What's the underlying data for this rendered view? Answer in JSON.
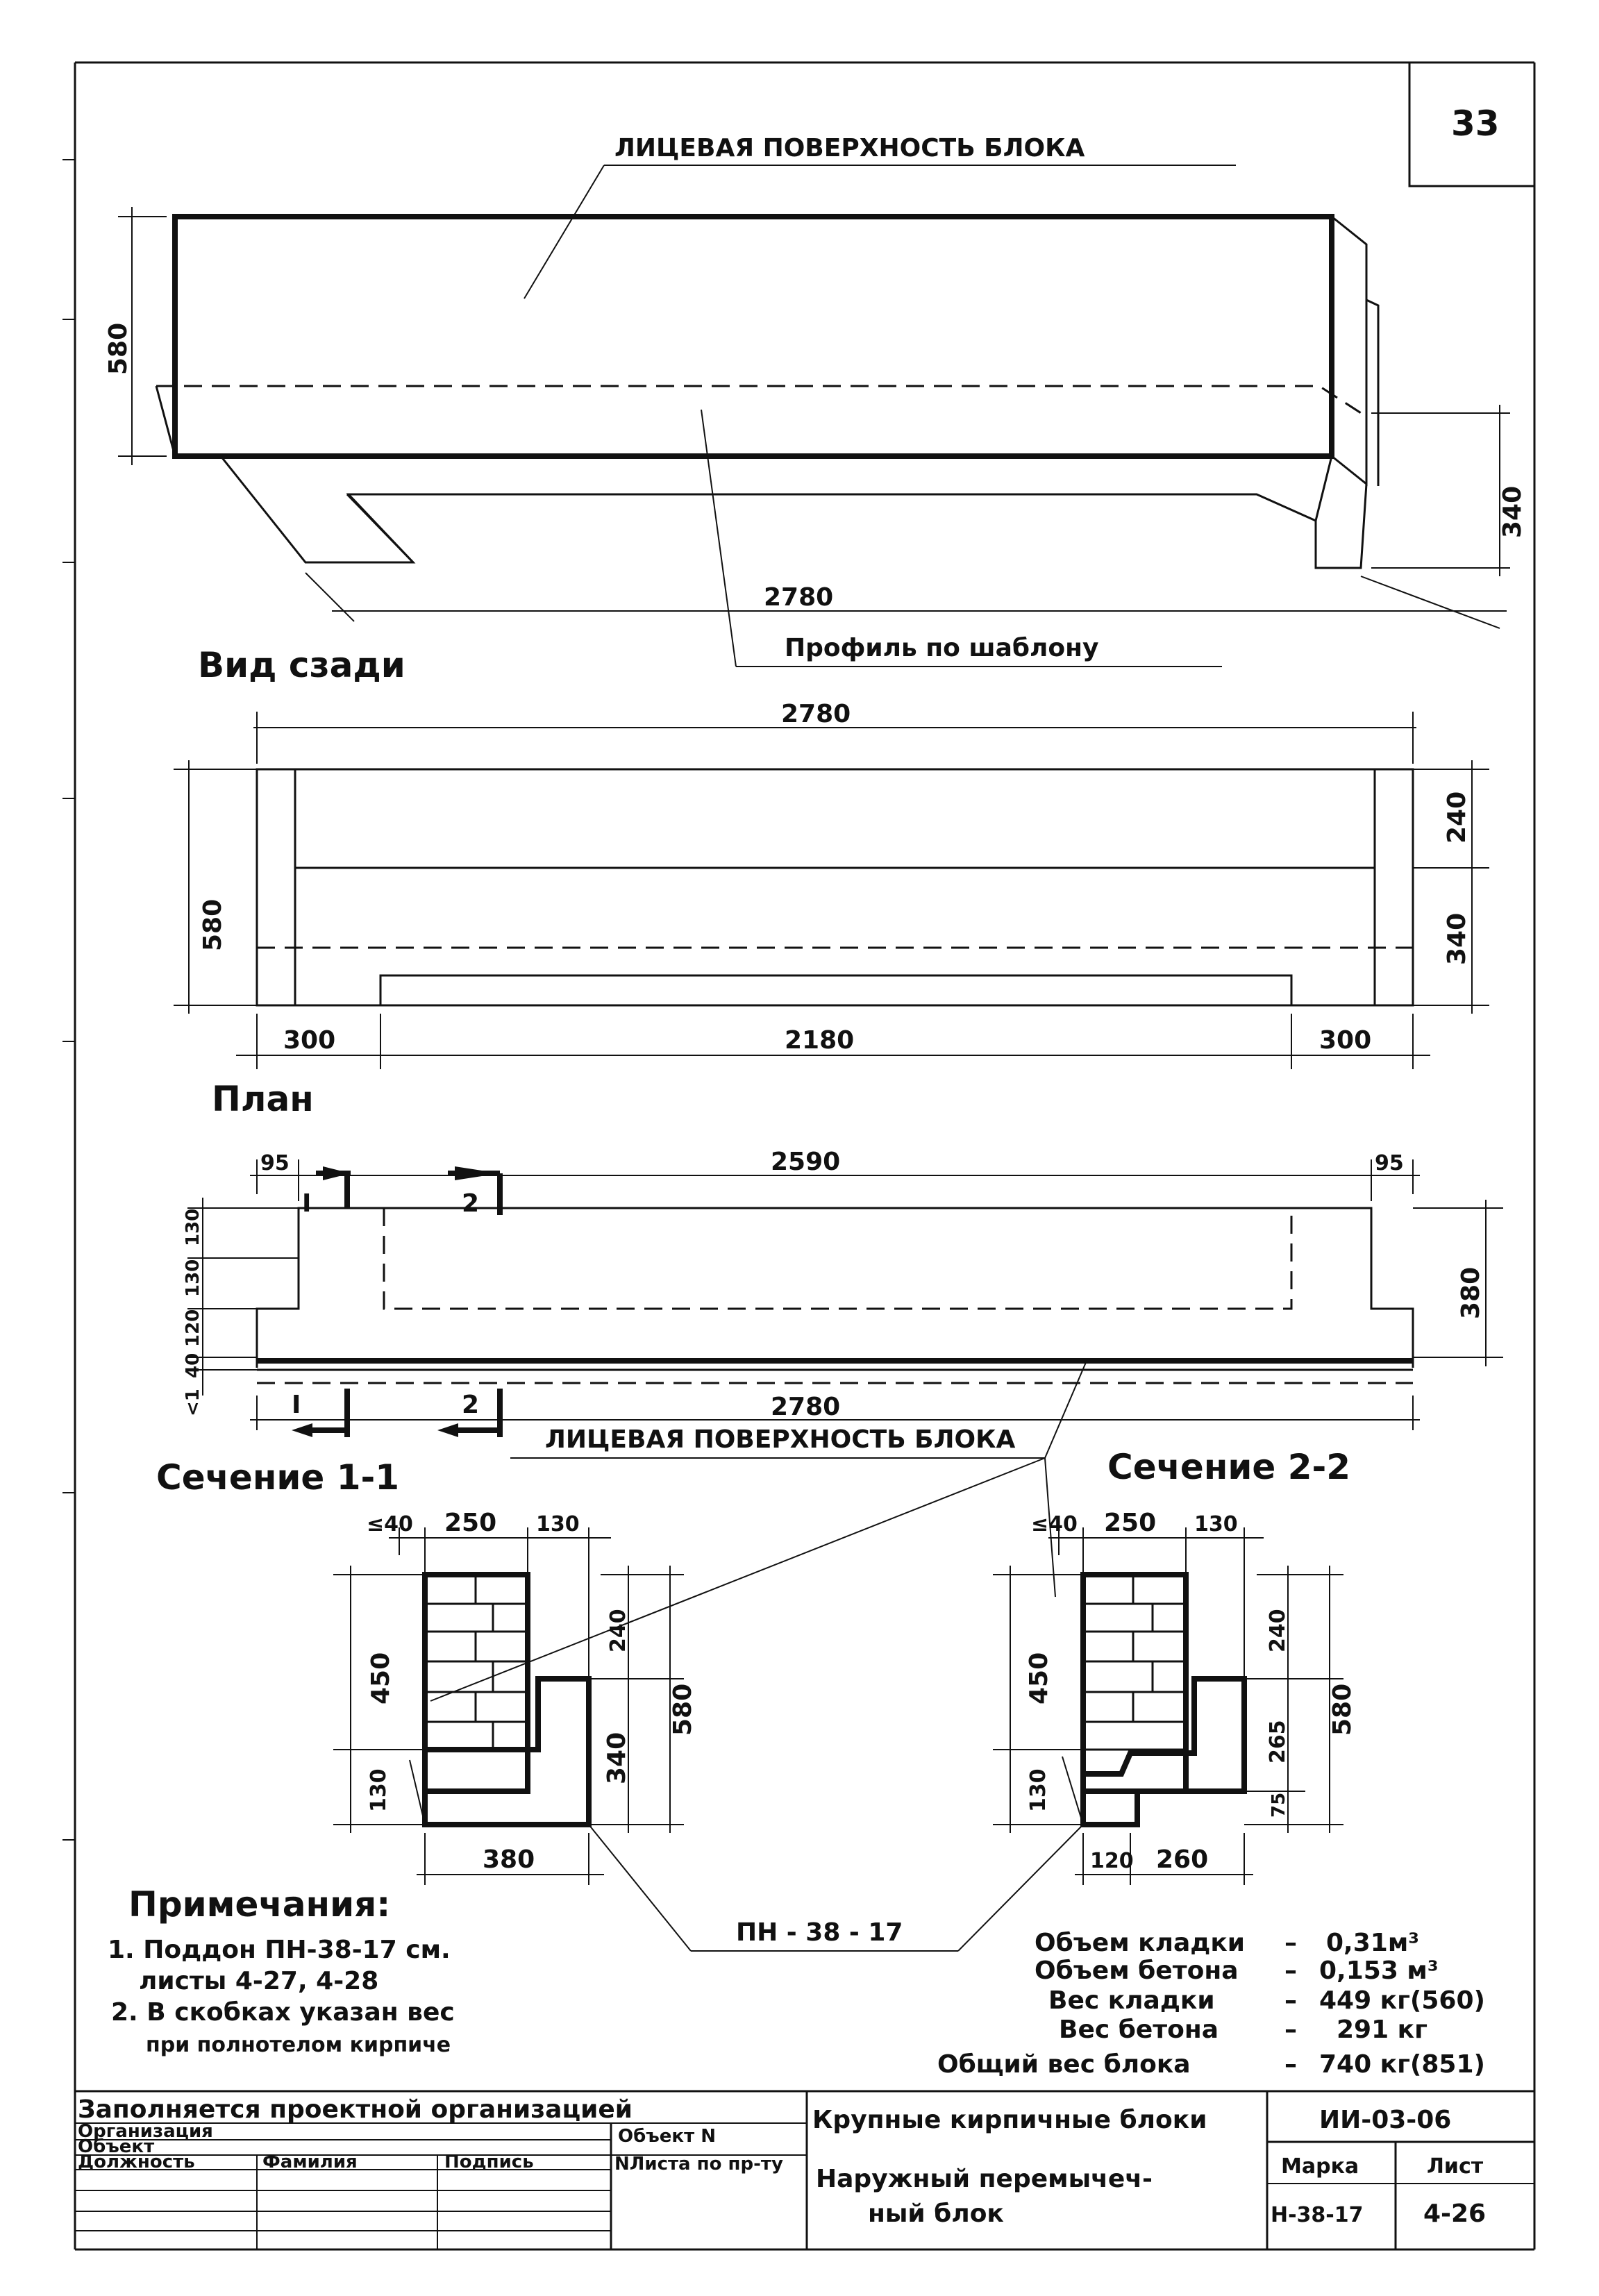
{
  "sheet": {
    "number": "33"
  },
  "perspective": {
    "title_face": "ЛИЦЕВАЯ ПОВЕРХНОСТЬ  БЛОКА",
    "dim_height": "580",
    "dim_right": "340",
    "dim_length": "2780",
    "title_profile": "Профиль по шаблону"
  },
  "rear_view": {
    "title": "Вид сзади",
    "dim_top": "2780",
    "dim_height": "580",
    "dim_upper": "240",
    "dim_lower": "340",
    "dim_left": "300",
    "dim_mid": "2180",
    "dim_right": "300"
  },
  "plan": {
    "title": "План",
    "dim_95_left": "95",
    "dim_95_right": "95",
    "dim_top": "2590",
    "dim_bottom": "2780",
    "dim_depth": "380",
    "left_dims": [
      "130",
      "130",
      "120",
      "40",
      "<1"
    ],
    "cut_1": "I",
    "cut_2": "2",
    "face_label": "ЛИЦЕВАЯ ПОВЕРХНОСТЬ БЛОКА"
  },
  "section_1": {
    "title": "Сечение 1-1",
    "dim_le40": "≤40",
    "dim_250": "250",
    "dim_130_top": "130",
    "dim_450": "450",
    "dim_130_left": "130",
    "dim_240": "240",
    "dim_340": "340",
    "dim_580": "580",
    "dim_380": "380"
  },
  "section_2": {
    "title": "Сечение 2-2",
    "dim_le40": "≤40",
    "dim_250": "250",
    "dim_130_top": "130",
    "dim_450": "450",
    "dim_130_left": "130",
    "dim_240": "240",
    "dim_265": "265",
    "dim_75": "75",
    "dim_580": "580",
    "dim_120": "120",
    "dim_260": "260"
  },
  "pallet_label": "ПН - 38 - 17",
  "notes": {
    "title": "Примечания:",
    "item_1a": "1. Поддон ПН-38-17 см.",
    "item_1b": "листы 4-27, 4-28",
    "item_2a": "2. В скобках указан вес",
    "item_2b": "при полнотелом кирпиче"
  },
  "specs": [
    {
      "label": "Объем кладки",
      "value": "0,31м³"
    },
    {
      "label": "Объем бетона",
      "value": "0,153 м³"
    },
    {
      "label": "Вес кладки",
      "value": "449 кг(560)"
    },
    {
      "label": "Вес бетона",
      "value": "291 кг"
    },
    {
      "label": "Общий вес блока",
      "value": "740 кг(851)"
    }
  ],
  "title_block": {
    "fill_by": "Заполняется проектной организацией",
    "org": "Организация",
    "object": "Объект",
    "object_no": "Объект N",
    "position": "Должность",
    "surname": "Фамилия",
    "signature": "Подпись",
    "sheet_no": "NЛиста по пр-ту",
    "series": "Крупные кирпичные блоки",
    "code": "ИИ-03-06",
    "name_line1": "Наружный перемычеч-",
    "name_line2": "ный блок",
    "mark_label": "Марка",
    "sheet_label": "Лист",
    "mark": "Н-38-17",
    "sheet": "4-26"
  }
}
